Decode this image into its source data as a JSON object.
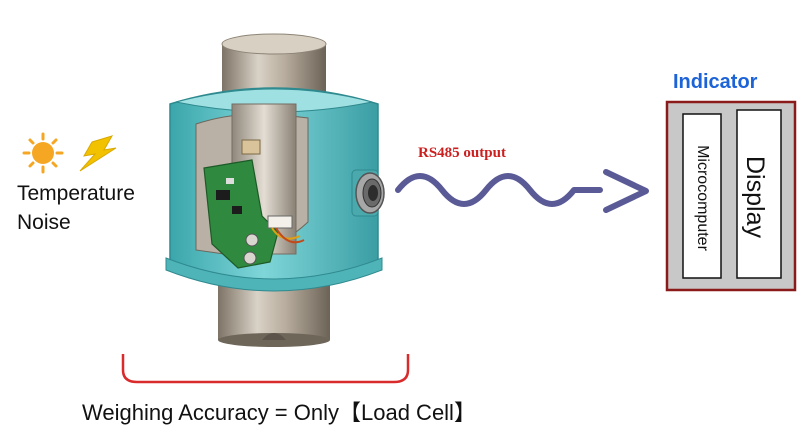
{
  "labels": {
    "temperature": "Temperature",
    "noise": "Noise",
    "rs485": "RS485 output",
    "indicator_title": "Indicator",
    "microcomputer": "Microcomputer",
    "display": "Display",
    "accuracy": "Weighing Accuracy = Only【Load Cell】"
  },
  "colors": {
    "load_cell_body": "#5fc4c8",
    "signal_wave": "#5a5b96",
    "bracket": "#d92b2b",
    "indicator_border": "#8b1a1a",
    "indicator_title": "#1d63d8",
    "rs485_label": "#cc1f1f",
    "sun": "#f5a623",
    "lightning": "#f2c200"
  },
  "icons": [
    "sun-icon",
    "lightning-icon"
  ]
}
